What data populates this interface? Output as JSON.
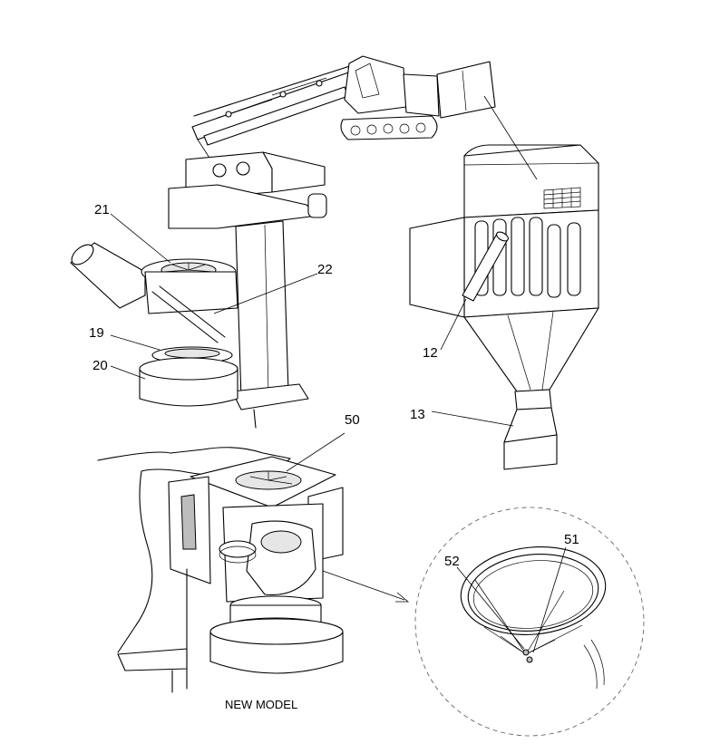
{
  "callouts": {
    "c12": "12",
    "c13": "13",
    "c19": "19",
    "c20": "20",
    "c21": "21",
    "c22": "22",
    "c50": "50",
    "c51": "51",
    "c52": "52"
  },
  "caption": "NEW MODEL"
}
